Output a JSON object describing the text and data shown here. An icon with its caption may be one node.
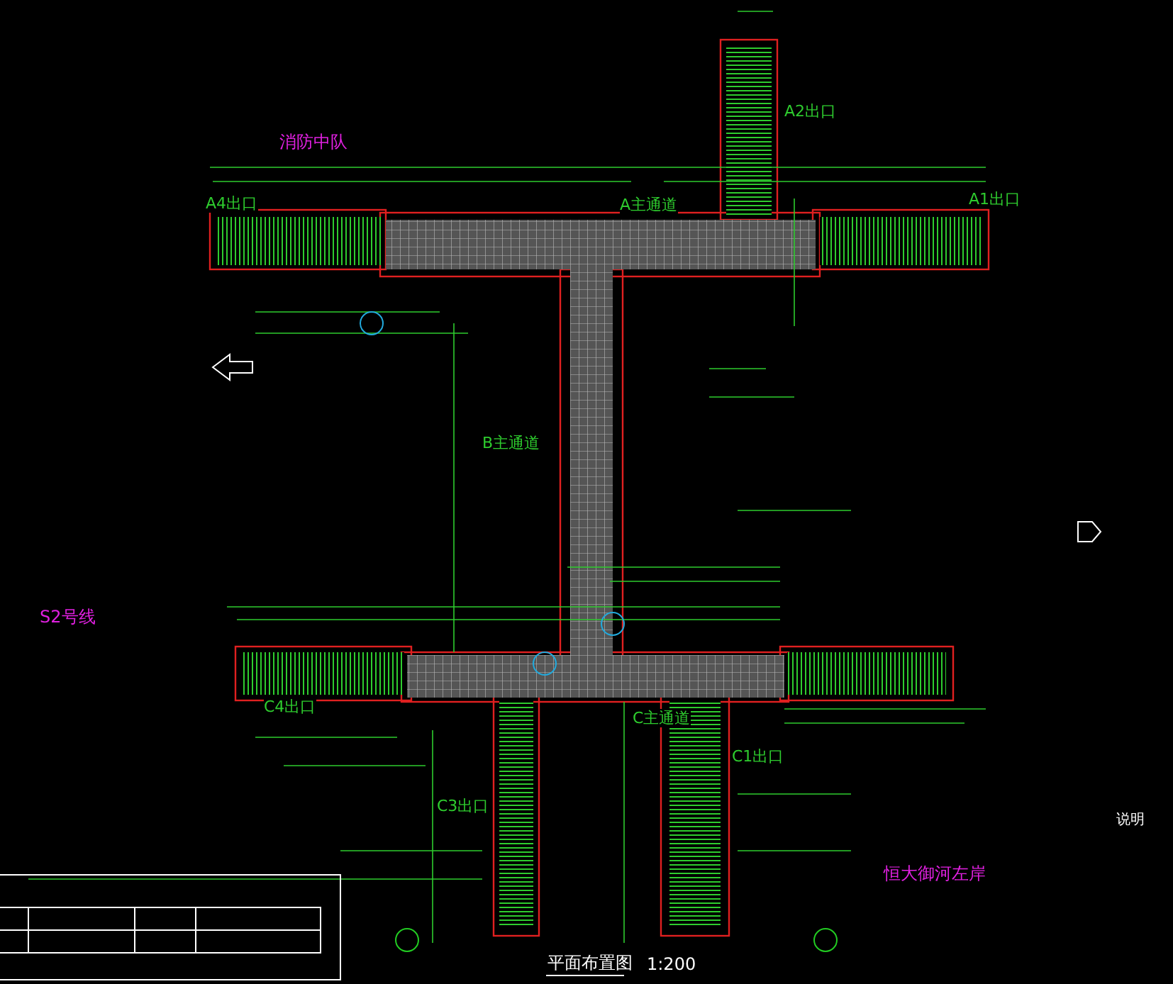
{
  "diagram": {
    "title": "平面布置图",
    "labels": [
      "消防中队",
      "A4出口",
      "A主通道",
      "A2出口",
      "A1出口",
      "B主通道",
      "S2号线",
      "C4出口",
      "C主通道",
      "C1出口",
      "C3出口",
      "恒大御河左岸",
      "1:200",
      "说明"
    ]
  }
}
